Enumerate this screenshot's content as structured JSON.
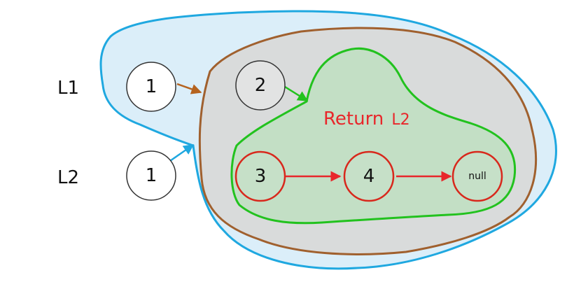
{
  "labels": {
    "l1": "L1",
    "l2": "L2",
    "return_label": "Return",
    "return_target": "L2"
  },
  "nodes": {
    "l1_first": "1",
    "l1_second": "2",
    "l2_first": "1",
    "n3": "3",
    "n4": "4",
    "null_node": "null"
  },
  "colors": {
    "outer_region_stroke": "#1fa8e0",
    "outer_region_fill": "#dbeef9",
    "mid_region_stroke": "#a0602e",
    "mid_region_fill": "#d9dbdb",
    "inner_region_stroke": "#22c21e",
    "inner_region_fill": "#c3dfc5",
    "highlight_node_stroke": "#d8281c",
    "return_text": "#e8272b",
    "l1_arrow": "#b5631f",
    "l2_arrow": "#1fa8e0",
    "node2_arrow": "#22c21e",
    "list_arrow": "#e8272b"
  }
}
